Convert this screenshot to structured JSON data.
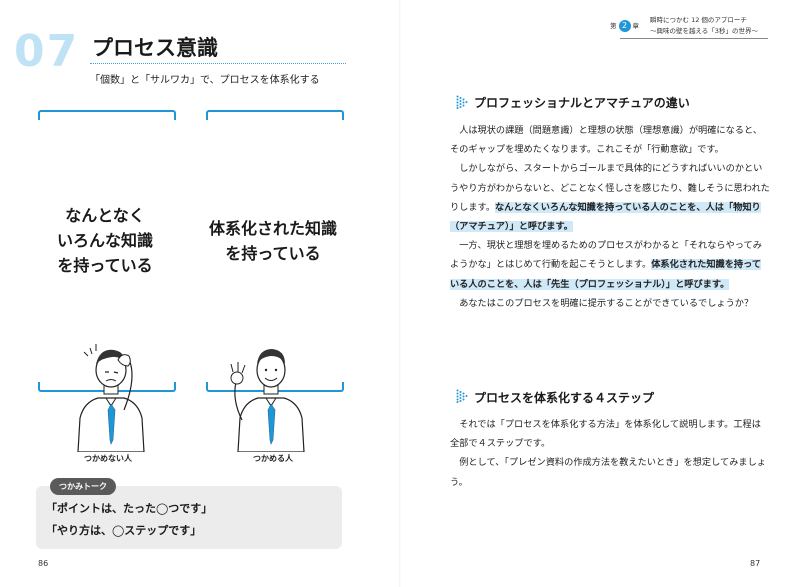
{
  "left": {
    "chapter_number": "07",
    "title": "プロセス意識",
    "subtitle": "「個数」と「サルワカ」で、プロセスを体系化する",
    "panel_left": {
      "lines": [
        "なんとなく",
        "いろんな知識",
        "を持っている"
      ],
      "caption": "つかめない人"
    },
    "panel_right": {
      "lines": [
        "体系化された知識",
        "を持っている"
      ],
      "caption": "つかめる人"
    },
    "talk": {
      "tag": "つかみトーク",
      "line1": "「ポイントは、たった◯つです」",
      "line2": "「やり方は、◯ステップです」"
    },
    "page_number": "86"
  },
  "right": {
    "running_head": {
      "chapter_prefix": "第",
      "chapter_num": "2",
      "chapter_suffix": "章",
      "book_title_1": "瞬時につかむ 12 個のアプローチ",
      "book_title_2": "〜興味の壁を越える「3秒」の世界〜"
    },
    "section1": {
      "heading": "プロフェッショナルとアマチュアの違い",
      "p1": "人は現状の課題（問題意識）と理想の状態（理想意識）が明確になると、そのギャップを埋めたくなります。これこそが「行動意欲」です。",
      "p2_plain": "しかしながら、スタートからゴールまで具体的にどうすればいいのかというやり方がわからないと、どことなく怪しさを感じたり、難しそうに思われたりします。",
      "p2_hl": "なんとなくいろんな知識を持っている人のことを、人は「物知り（アマチュア）」と呼びます。",
      "p3_plain": "一方、現状と理想を埋めるためのプロセスがわかると「それならやってみようかな」とはじめて行動を起こそうとします。",
      "p3_hl": "体系化された知識を持っている人のことを、人は「先生（プロフェッショナル）」と呼びます。",
      "p4": "あなたはこのプロセスを明確に提示することができているでしょうか？"
    },
    "section2": {
      "heading": "プロセスを体系化する４ステップ",
      "p1": "それでは「プロセスを体系化する方法」を体系化して説明します。工程は全部で４ステップです。",
      "p2": "例として、「プレゼン資料の作成方法を教えたいとき」を想定してみましょう。"
    },
    "page_number": "87"
  },
  "icons": [
    "person-confused-icon",
    "person-ok-icon",
    "section-arrow-icon"
  ],
  "colors": {
    "accent": "#2196d6",
    "highlight": "#cfe9f8",
    "chapter_number": "#bfe3f4"
  }
}
